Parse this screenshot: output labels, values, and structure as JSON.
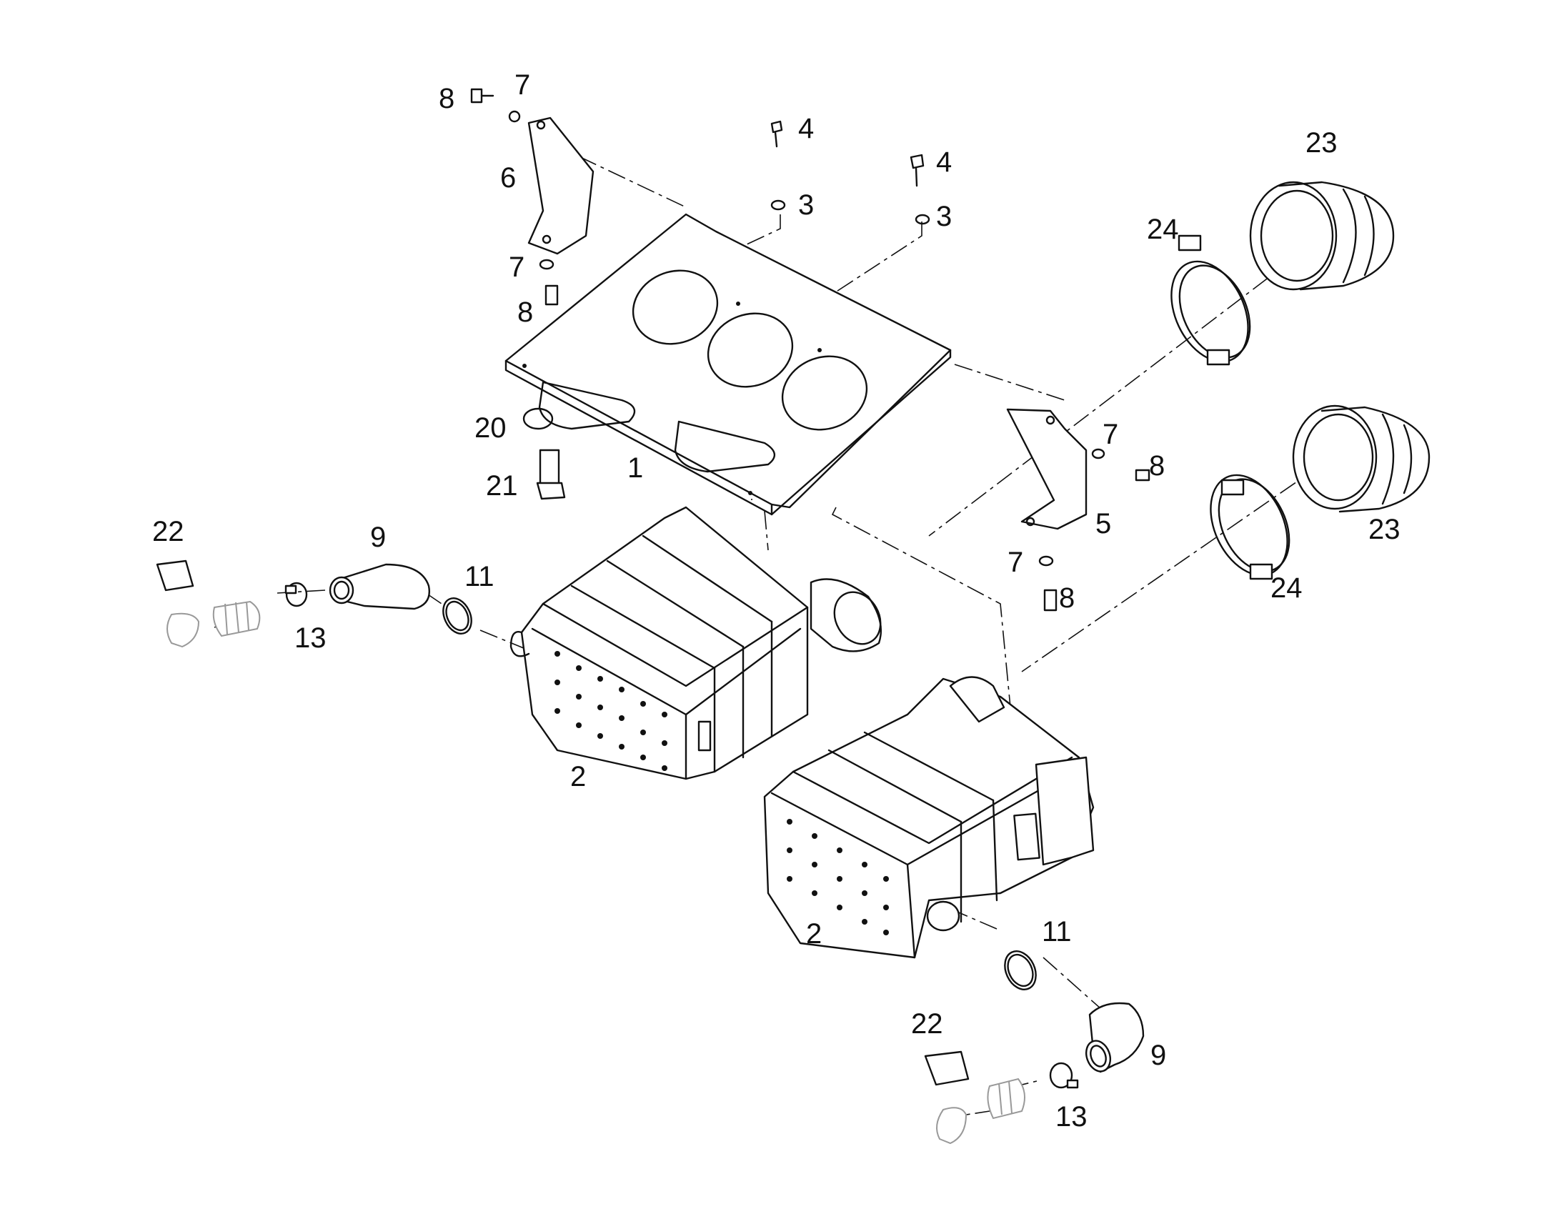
{
  "callouts": [
    {
      "id": "c8a",
      "text": "8"
    },
    {
      "id": "c7a",
      "text": "7"
    },
    {
      "id": "c6",
      "text": "6"
    },
    {
      "id": "c7b",
      "text": "7"
    },
    {
      "id": "c8b",
      "text": "8"
    },
    {
      "id": "c4a",
      "text": "4"
    },
    {
      "id": "c3a",
      "text": "3"
    },
    {
      "id": "c4b",
      "text": "4"
    },
    {
      "id": "c3b",
      "text": "3"
    },
    {
      "id": "c23a",
      "text": "23"
    },
    {
      "id": "c24a",
      "text": "24"
    },
    {
      "id": "c20",
      "text": "20"
    },
    {
      "id": "c21",
      "text": "21"
    },
    {
      "id": "c1",
      "text": "1"
    },
    {
      "id": "c7c",
      "text": "7"
    },
    {
      "id": "c8c",
      "text": "8"
    },
    {
      "id": "c5",
      "text": "5"
    },
    {
      "id": "c7d",
      "text": "7"
    },
    {
      "id": "c8d",
      "text": "8"
    },
    {
      "id": "c23b",
      "text": "23"
    },
    {
      "id": "c24b",
      "text": "24"
    },
    {
      "id": "c22a",
      "text": "22"
    },
    {
      "id": "c9a",
      "text": "9"
    },
    {
      "id": "c11a",
      "text": "11"
    },
    {
      "id": "c13a",
      "text": "13"
    },
    {
      "id": "c2a",
      "text": "2"
    },
    {
      "id": "c2b",
      "text": "2"
    },
    {
      "id": "c11b",
      "text": "11"
    },
    {
      "id": "c22b",
      "text": "22"
    },
    {
      "id": "c9b",
      "text": "9"
    },
    {
      "id": "c13b",
      "text": "13"
    }
  ]
}
